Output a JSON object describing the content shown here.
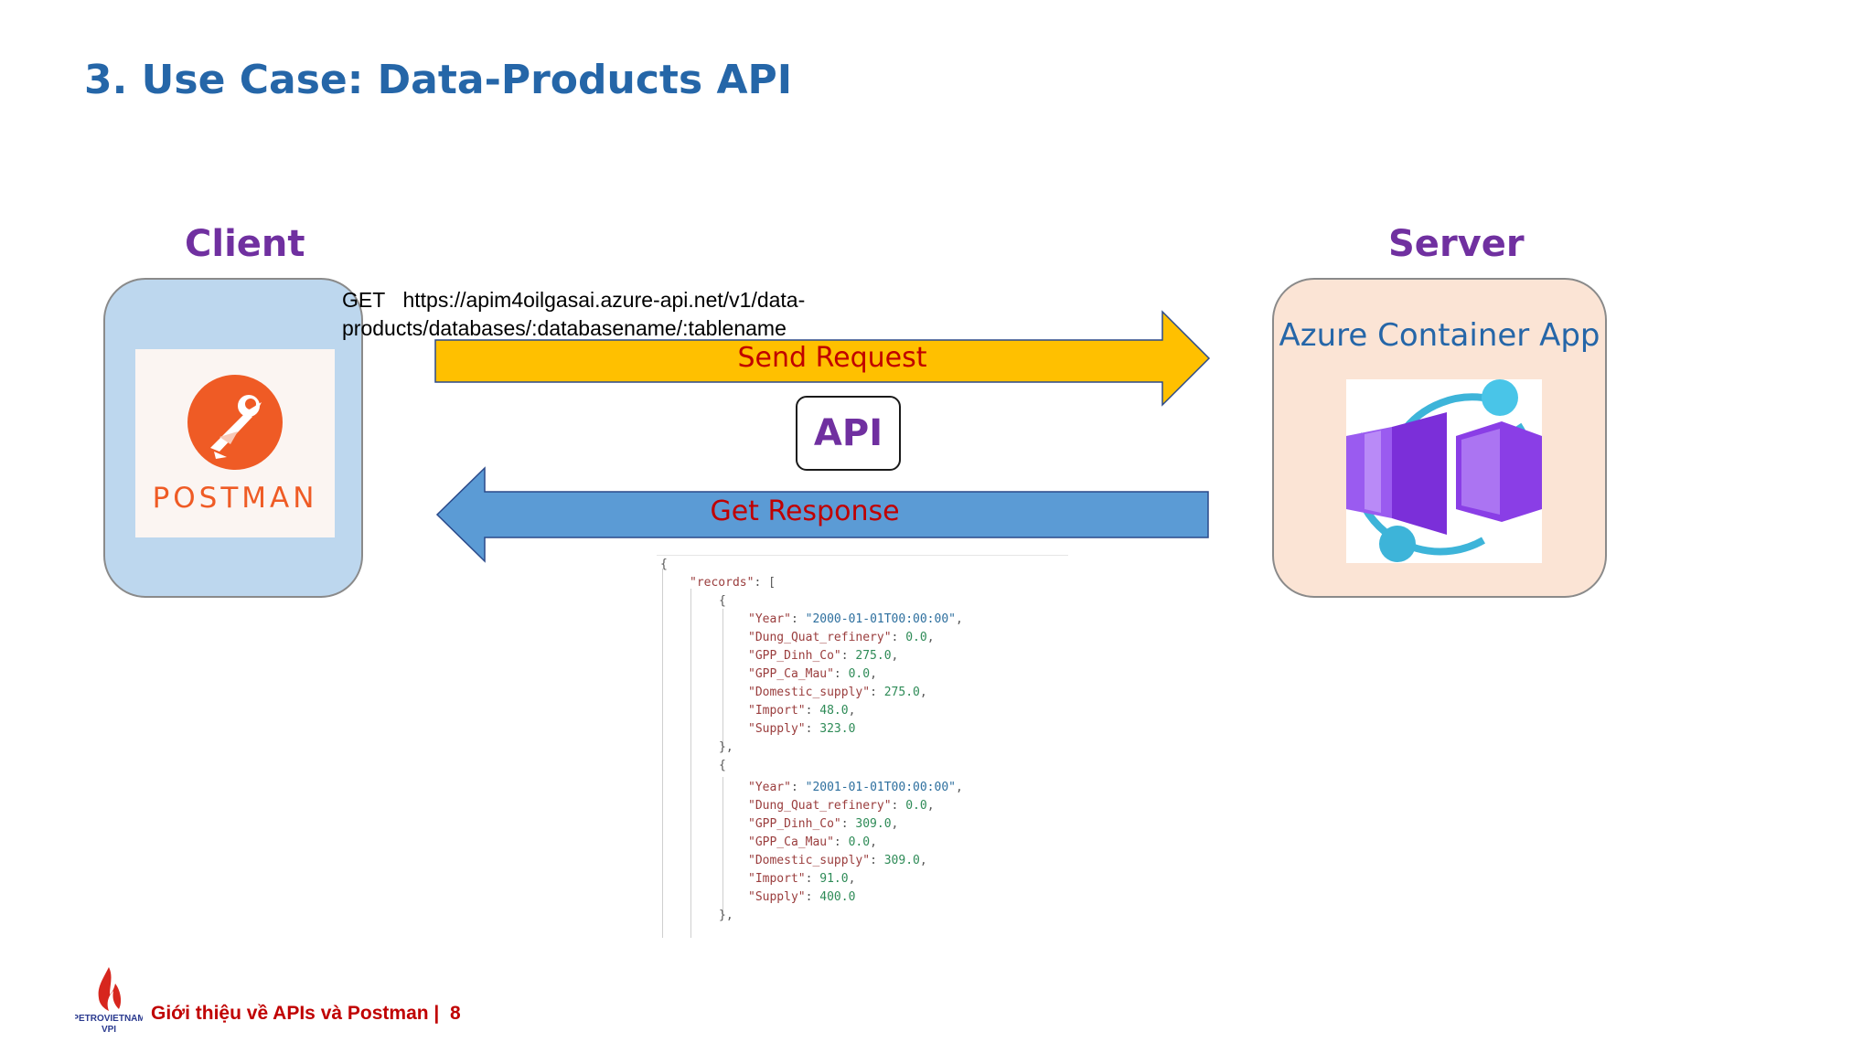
{
  "slide": {
    "title": "3. Use Case: Data-Products API"
  },
  "client": {
    "label": "Client",
    "logo_text": "POSTMAN",
    "logo_color": "#ef5b25"
  },
  "server": {
    "label": "Server",
    "service_name": "Azure Container App",
    "logo_icon": "azure-container-apps-icon"
  },
  "request": {
    "method": "GET",
    "url": "https://apim4oilgasai.azure-api.net/v1/data-products/databases/:databasename/:tablename",
    "arrow_label": "Send Request",
    "arrow_color": "#ffc000"
  },
  "response": {
    "arrow_label": "Get Response",
    "arrow_color": "#5b9bd5"
  },
  "api_label": "API",
  "json_sample": {
    "records": [
      {
        "Year": "2000-01-01T00:00:00",
        "Dung_Quat_refinery": "0.0",
        "GPP_Dinh_Co": "275.0",
        "GPP_Ca_Mau": "0.0",
        "Domestic_supply": "275.0",
        "Import": "48.0",
        "Supply": "323.0"
      },
      {
        "Year": "2001-01-01T00:00:00",
        "Dung_Quat_refinery": "0.0",
        "GPP_Dinh_Co": "309.0",
        "GPP_Ca_Mau": "0.0",
        "Domestic_supply": "309.0",
        "Import": "91.0",
        "Supply": "400.0"
      }
    ]
  },
  "footer": {
    "logo_text_top": "PETROVIETNAM",
    "logo_text_bottom": "VPI",
    "text": "Giới thiệu về APIs và Postman",
    "separator": "|",
    "page_number": "8"
  }
}
